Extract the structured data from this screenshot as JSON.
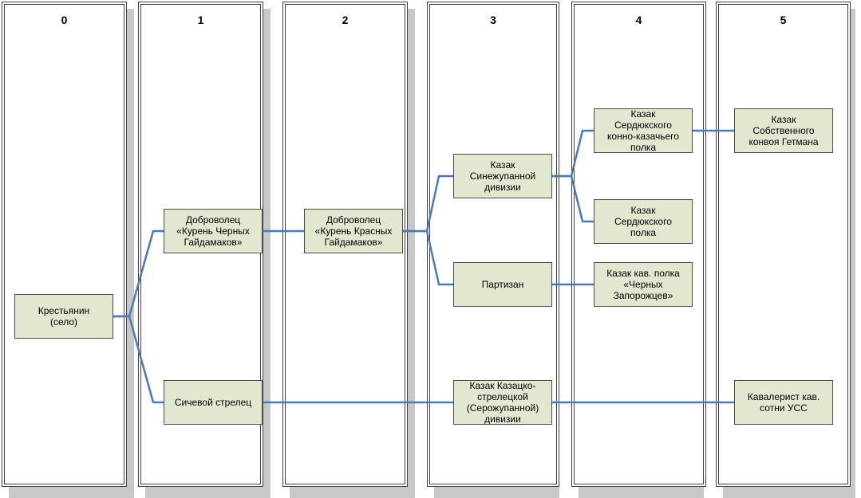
{
  "columns": [
    {
      "id": "0",
      "label": "0"
    },
    {
      "id": "1",
      "label": "1"
    },
    {
      "id": "2",
      "label": "2"
    },
    {
      "id": "3",
      "label": "3"
    },
    {
      "id": "4",
      "label": "4"
    },
    {
      "id": "5",
      "label": "5"
    }
  ],
  "nodes": {
    "peasant": "Крестьянин\n(село)",
    "volunteer_black": "Доброволец\n«Курень Черных\nГайдамаков»",
    "sich_rifleman": "Сичевой стрелец",
    "volunteer_red": "Доброволец\n«Курень Красных\nГайдамаков»",
    "cossack_blue": "Казак\nСинежупанной\nдивизии",
    "partisan": "Партизан",
    "cossack_grey": "Казак Казацко-\nстрелецкой\n(Серожупанной)\nдивизии",
    "serdyuk_horse": "Казак\nСердюкского\nконно-казачьего\nполка",
    "serdyuk": "Казак\nСердюкского\nполка",
    "black_zaporozhian": "Казак кав. полка\n«Черных\nЗапорожцев»",
    "hetman_convoy": "Казак\nСобственного\nконвоя Гетмана",
    "uss_cavalry": "Кавалерист кав.\nсотни УСС"
  },
  "edges": [
    [
      "peasant",
      "volunteer_black"
    ],
    [
      "peasant",
      "sich_rifleman"
    ],
    [
      "volunteer_black",
      "volunteer_red"
    ],
    [
      "volunteer_red",
      "cossack_blue"
    ],
    [
      "volunteer_red",
      "partisan"
    ],
    [
      "sich_rifleman",
      "cossack_grey"
    ],
    [
      "cossack_blue",
      "serdyuk_horse"
    ],
    [
      "cossack_blue",
      "serdyuk"
    ],
    [
      "partisan",
      "black_zaporozhian"
    ],
    [
      "serdyuk_horse",
      "hetman_convoy"
    ],
    [
      "cossack_grey",
      "uss_cavalry"
    ]
  ],
  "colors": {
    "line": "#4a7ab8",
    "node_fill": "#e2e8d0",
    "border": "#404040",
    "shadow": "#c8c8c8"
  }
}
